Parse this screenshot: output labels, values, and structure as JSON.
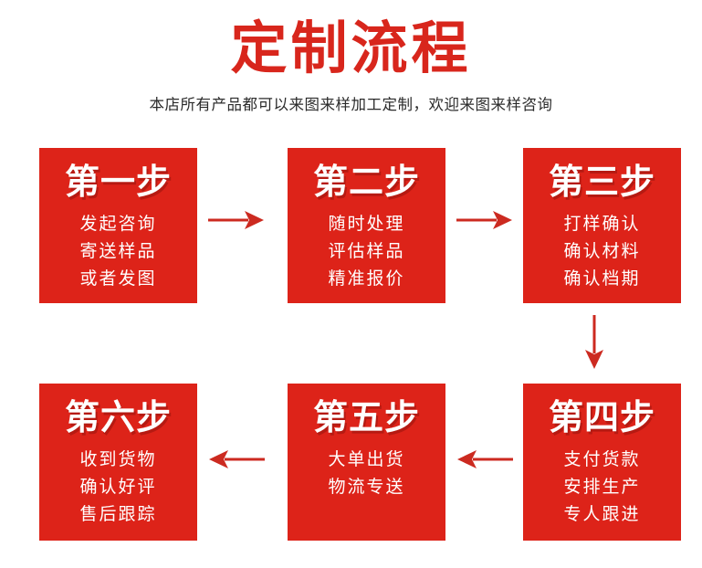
{
  "header": {
    "title": "定制流程",
    "subtitle": "本店所有产品都可以来图来样加工定制，欢迎来图来样咨询"
  },
  "colors": {
    "brand_red": "#dd2319",
    "title_red": "#d8261c",
    "arrow_red": "#cc2a20",
    "box_text": "#ffffff",
    "subtitle_text": "#2b2b2b",
    "background": "#ffffff"
  },
  "steps": [
    {
      "id": "step-1",
      "title": "第一步",
      "lines": [
        "发起咨询",
        "寄送样品",
        "或者发图"
      ]
    },
    {
      "id": "step-2",
      "title": "第二步",
      "lines": [
        "随时处理",
        "评估样品",
        "精准报价"
      ]
    },
    {
      "id": "step-3",
      "title": "第三步",
      "lines": [
        "打样确认",
        "确认材料",
        "确认档期"
      ]
    },
    {
      "id": "step-4",
      "title": "第四步",
      "lines": [
        "支付货款",
        "安排生产",
        "专人跟进"
      ]
    },
    {
      "id": "step-5",
      "title": "第五步",
      "lines": [
        "大单出货",
        "物流专送"
      ]
    },
    {
      "id": "step-6",
      "title": "第六步",
      "lines": [
        "收到货物",
        "确认好评",
        "售后跟踪"
      ]
    }
  ],
  "arrows": [
    {
      "id": "arrow-step1-to-step2",
      "direction": "right"
    },
    {
      "id": "arrow-step2-to-step3",
      "direction": "right"
    },
    {
      "id": "arrow-step3-to-step4",
      "direction": "down"
    },
    {
      "id": "arrow-step4-to-step5",
      "direction": "left"
    },
    {
      "id": "arrow-step5-to-step6",
      "direction": "left"
    }
  ]
}
